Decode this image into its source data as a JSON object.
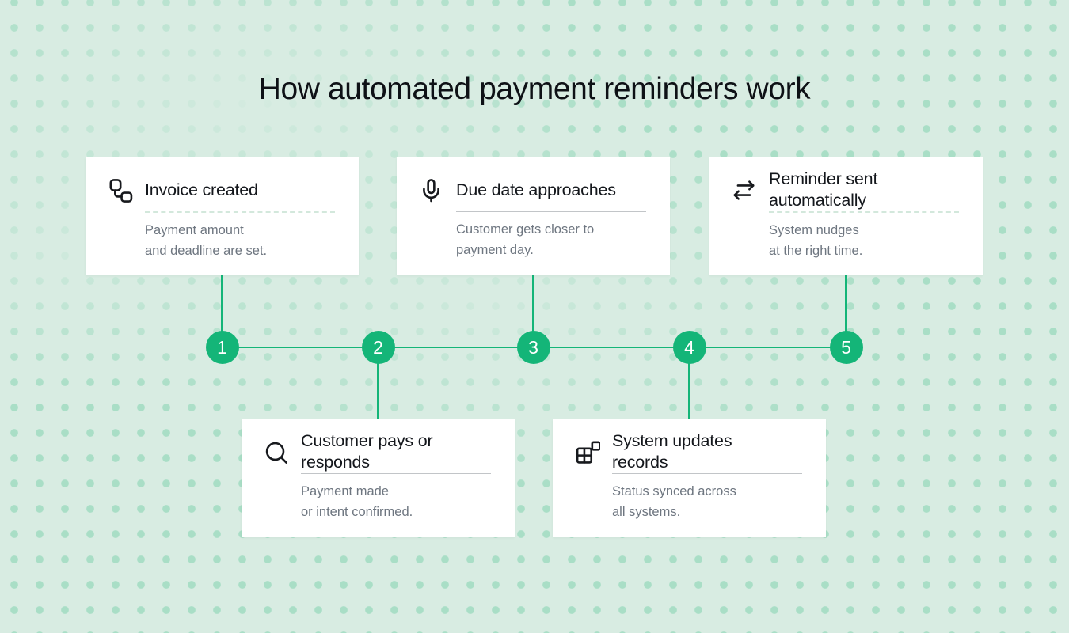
{
  "title": "How automated payment reminders work",
  "colors": {
    "background": "#d8ece2",
    "dot": "#a9dec6",
    "accent": "#14b578",
    "card_background": "#ffffff",
    "heading_text": "#0e1116",
    "card_title_text": "#14171c",
    "description_text": "#6e7680",
    "divider_gray": "#c2c5c8",
    "divider_green": "#d3e8dc",
    "step_number_text": "#ffffff"
  },
  "steps": [
    {
      "number": "1",
      "position": "top",
      "icon": "workflow-icon",
      "title_lines": [
        "Invoice created"
      ],
      "description_lines": [
        "Payment amount",
        "and deadline are set."
      ],
      "divider_style": "green"
    },
    {
      "number": "2",
      "position": "bottom",
      "icon": "search-icon",
      "title_lines": [
        "Customer pays or",
        "responds"
      ],
      "description_lines": [
        "Payment made",
        "or intent confirmed."
      ],
      "divider_style": "gray"
    },
    {
      "number": "3",
      "position": "top",
      "icon": "microphone-icon",
      "title_lines": [
        "Due date approaches"
      ],
      "description_lines": [
        "Customer gets closer to",
        "payment day."
      ],
      "divider_style": "gray"
    },
    {
      "number": "4",
      "position": "bottom",
      "icon": "blocks-icon",
      "title_lines": [
        "System updates",
        "records"
      ],
      "description_lines": [
        "Status synced across",
        "all systems."
      ],
      "divider_style": "gray"
    },
    {
      "number": "5",
      "position": "top",
      "icon": "swap-arrows-icon",
      "title_lines": [
        "Reminder sent",
        "automatically"
      ],
      "description_lines": [
        "System nudges",
        "at the right time."
      ],
      "divider_style": "green"
    }
  ]
}
